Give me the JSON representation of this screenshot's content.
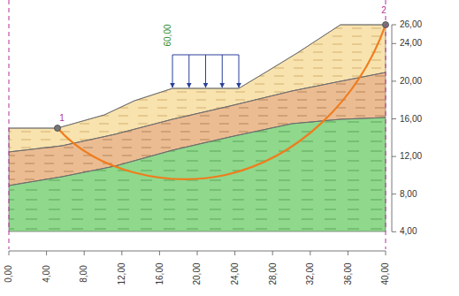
{
  "diagram": {
    "labels": [
      "60,00",
      "1",
      "2",
      "26,00",
      "24,00",
      "20,00",
      "16,00",
      "12,00",
      "8,00",
      "4,00",
      "0,00",
      "4,00",
      "8,00",
      "12,00",
      "16,00",
      "20,00",
      "24,00",
      "28,00",
      "32,00",
      "36,00",
      "40,00"
    ]
  }
}
